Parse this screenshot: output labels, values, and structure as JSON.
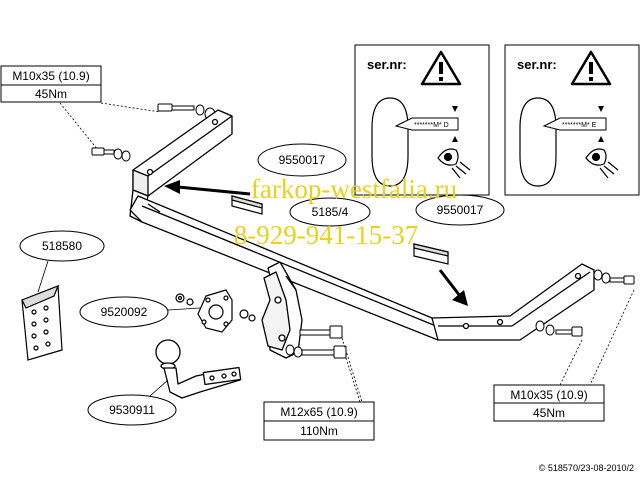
{
  "specs": {
    "top_left": {
      "bolt": "M10x35 (10.9)",
      "torque": "45Nm"
    },
    "bottom_right": {
      "bolt": "M10x35 (10.9)",
      "torque": "45Nm"
    },
    "bottom_center": {
      "bolt": "M12x65 (10.9)",
      "torque": "110Nm"
    }
  },
  "parts": {
    "p9550017_left": "9550017",
    "p5185_4": "5185/4",
    "p9550017_right": "9550017",
    "p518580": "518580",
    "p9520092": "9520092",
    "p9530911": "9530911"
  },
  "panels": {
    "left": {
      "label": "ser.nr:",
      "stamp": "*******M* D"
    },
    "right": {
      "label": "ser.nr:",
      "stamp": "*******M* E"
    }
  },
  "watermark": {
    "line1": "farkop-westfalia.ru",
    "line2": "8-929-941-15-37",
    "color": "#e8d21c"
  },
  "copyright": "© 518570/23-08-2010/2"
}
